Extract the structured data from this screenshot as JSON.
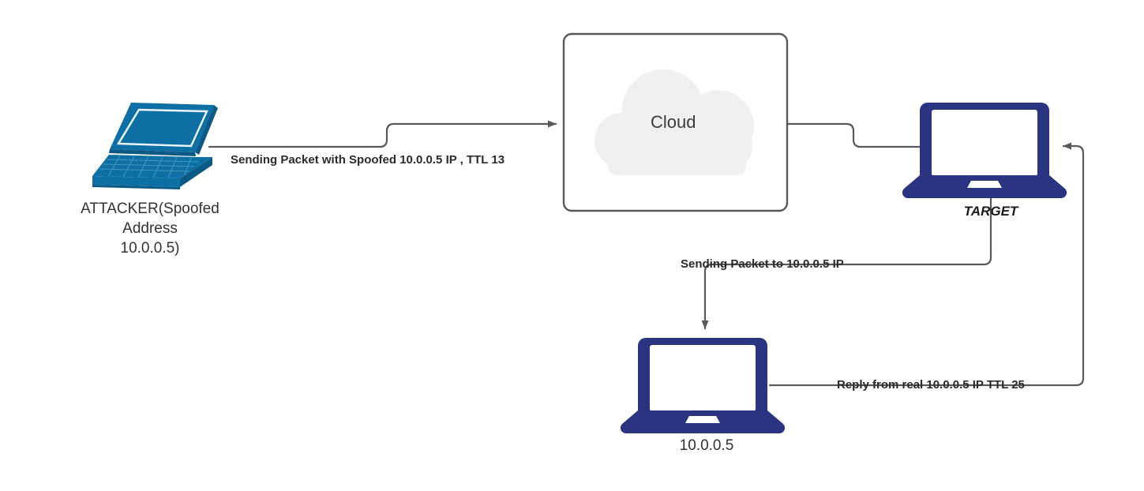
{
  "diagram": {
    "title": "IP Spoofing TTL Detection Diagram",
    "background": "#ffffff",
    "colors": {
      "attacker_device": "#0d6fa3",
      "attacker_device_dark": "#0b5a85",
      "target_device": "#2a3480",
      "victim_device": "#2a3480",
      "connector": "#595959",
      "cloud_fill": "#f0f0f0",
      "box_stroke": "#595959",
      "label_text": "#333333",
      "edge_label_text": "#2b2b2b"
    },
    "nodes": [
      {
        "id": "attacker",
        "type": "laptop-isometric",
        "label": "ATTACKER(Spoofed\nAddress\n10.0.0.5)",
        "color": "#0d6fa3"
      },
      {
        "id": "cloud",
        "type": "cloud-in-box",
        "label": "Cloud",
        "color": "#f0f0f0"
      },
      {
        "id": "target",
        "type": "laptop-front",
        "label": "TARGET",
        "color": "#2a3480"
      },
      {
        "id": "victim",
        "type": "laptop-front",
        "label": "10.0.0.5",
        "color": "#2a3480"
      }
    ],
    "edges": [
      {
        "id": "attacker-to-cloud",
        "from": "attacker",
        "to": "cloud",
        "label": "Sending Packet with Spoofed 10.0.0.5 IP , TTL 13",
        "arrow": true
      },
      {
        "id": "cloud-to-target",
        "from": "cloud",
        "to": "target",
        "label": "",
        "arrow": false
      },
      {
        "id": "target-to-victim",
        "from": "target",
        "to": "victim",
        "label": "Sending Packet to 10.0.0.5 IP",
        "arrow": true
      },
      {
        "id": "victim-to-target",
        "from": "victim",
        "to": "target",
        "label": "Reply from real 10.0.0.5 IP TTL 25",
        "arrow": true
      }
    ]
  }
}
